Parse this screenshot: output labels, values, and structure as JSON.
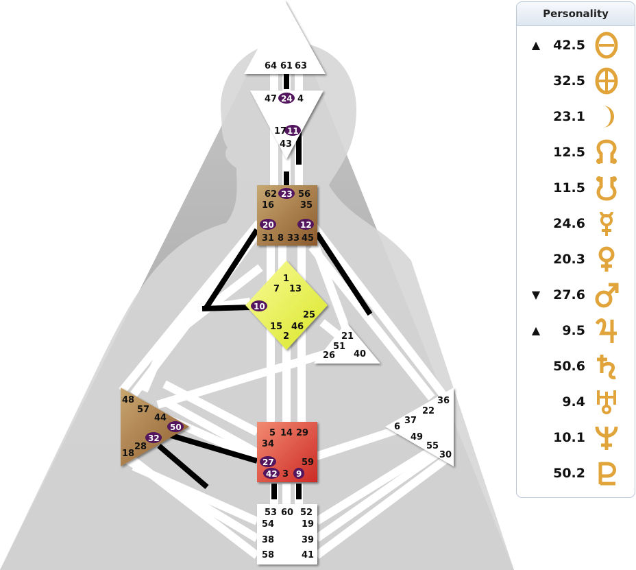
{
  "panel": {
    "title": "Personality",
    "planets": [
      {
        "arrow": "▲",
        "value": "42.5",
        "icon": "sun-icon"
      },
      {
        "arrow": "",
        "value": "32.5",
        "icon": "earth-icon"
      },
      {
        "arrow": "",
        "value": "23.1",
        "icon": "moon-icon"
      },
      {
        "arrow": "",
        "value": "12.5",
        "icon": "north-node-icon"
      },
      {
        "arrow": "",
        "value": "11.5",
        "icon": "south-node-icon"
      },
      {
        "arrow": "",
        "value": "24.6",
        "icon": "mercury-icon"
      },
      {
        "arrow": "",
        "value": "20.3",
        "icon": "venus-icon"
      },
      {
        "arrow": "▼",
        "value": "27.6",
        "icon": "mars-icon"
      },
      {
        "arrow": "▲",
        "value": "9.5",
        "icon": "jupiter-icon"
      },
      {
        "arrow": "",
        "value": "50.6",
        "icon": "saturn-icon"
      },
      {
        "arrow": "",
        "value": "9.4",
        "icon": "uranus-icon"
      },
      {
        "arrow": "",
        "value": "10.1",
        "icon": "neptune-icon"
      },
      {
        "arrow": "",
        "value": "50.2",
        "icon": "pluto-icon"
      }
    ]
  },
  "colors": {
    "gold": "#e0a43a",
    "active_gate": "#52155e",
    "channel_defined": "#000000",
    "g_center": "#e6f23a",
    "sacral_center": "#e0433b",
    "throat_center": "#a6763f",
    "spleen_center": "#9a6a3a"
  },
  "chart": {
    "head": {
      "gates": [
        "64",
        "61",
        "63"
      ]
    },
    "ajna": {
      "gates": [
        "47",
        "24",
        "4",
        "17",
        "11",
        "43"
      ],
      "active": [
        "24",
        "11"
      ]
    },
    "throat": {
      "gates": [
        "62",
        "23",
        "56",
        "16",
        "35",
        "20",
        "12",
        "31",
        "8",
        "33",
        "45"
      ],
      "active": [
        "23",
        "20",
        "12"
      ]
    },
    "g": {
      "gates": [
        "1",
        "7",
        "13",
        "10",
        "25",
        "15",
        "46",
        "2"
      ],
      "active": [
        "10"
      ]
    },
    "heart": {
      "gates": [
        "21",
        "51",
        "26",
        "40"
      ]
    },
    "spleen": {
      "gates": [
        "48",
        "57",
        "44",
        "50",
        "32",
        "28",
        "18"
      ],
      "active": [
        "50",
        "32"
      ]
    },
    "sacral": {
      "gates": [
        "5",
        "14",
        "29",
        "34",
        "27",
        "59",
        "42",
        "3",
        "9"
      ],
      "active": [
        "27",
        "42",
        "9"
      ]
    },
    "solar_plexus": {
      "gates": [
        "36",
        "22",
        "37",
        "6",
        "49",
        "55",
        "30"
      ]
    },
    "root": {
      "gates": [
        "53",
        "60",
        "52",
        "54",
        "19",
        "38",
        "39",
        "58",
        "41"
      ]
    }
  }
}
